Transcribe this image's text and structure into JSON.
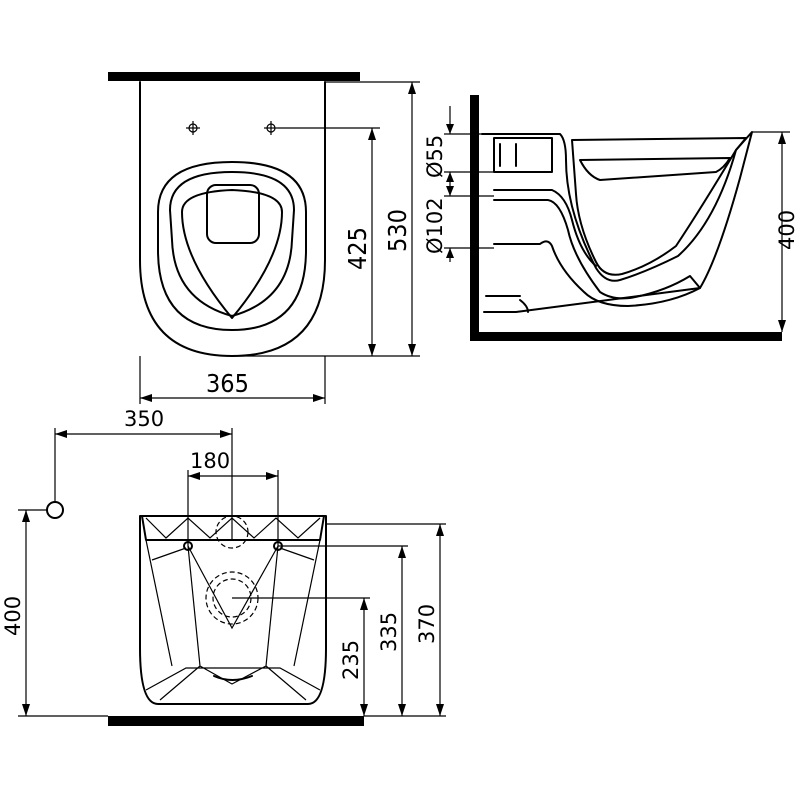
{
  "dimensions": {
    "top_height_inner": "425",
    "top_height_outer": "530",
    "top_width": "365",
    "side_dia_inlet": "Ø55",
    "side_dia_outlet": "Ø102",
    "side_height": "400",
    "front_offset": "350",
    "front_bolt_spacing": "180",
    "front_height_total": "400",
    "front_height_outlet": "235",
    "front_height_bolts": "335",
    "front_height_top": "370"
  }
}
